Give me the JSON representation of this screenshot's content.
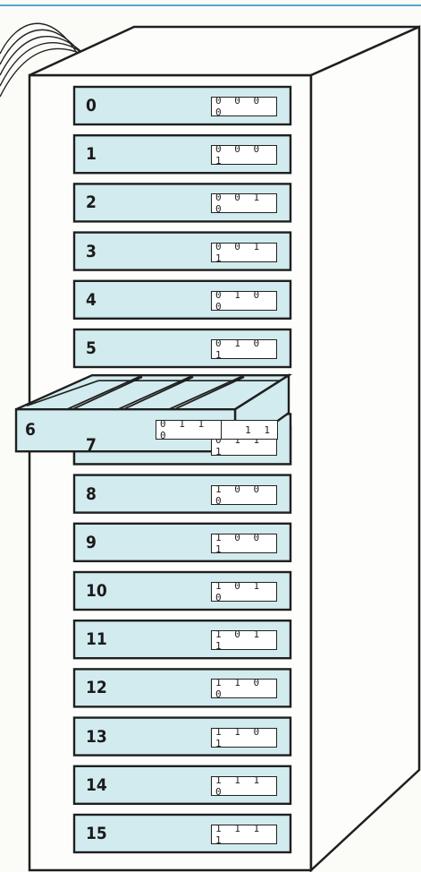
{
  "diagram": {
    "colors": {
      "drawer_fill": "#d2ebee",
      "outline": "#1f1f1f",
      "cabinet_fill": "#fdfdfb",
      "top_rule": "#5aa5c9"
    },
    "drawers": [
      {
        "label": "0",
        "address": "0 0 0 0"
      },
      {
        "label": "1",
        "address": "0 0 0 1"
      },
      {
        "label": "2",
        "address": "0 0 1 0"
      },
      {
        "label": "3",
        "address": "0 0 1 1"
      },
      {
        "label": "4",
        "address": "0 1 0 0"
      },
      {
        "label": "5",
        "address": "0 1 0 1"
      },
      {
        "label": "6",
        "address": "0 1 1 0",
        "open": true
      },
      {
        "label": "7",
        "address": "0 1 1 1"
      },
      {
        "label": "8",
        "address": "1 0 0 0"
      },
      {
        "label": "9",
        "address": "1 0 0 1"
      },
      {
        "label": "10",
        "address": "1 0 1 0"
      },
      {
        "label": "11",
        "address": "1 0 1 1"
      },
      {
        "label": "12",
        "address": "1 1 0 0"
      },
      {
        "label": "13",
        "address": "1 1 0 1"
      },
      {
        "label": "14",
        "address": "1 1 1 0"
      },
      {
        "label": "15",
        "address": "1 1 1 1"
      }
    ],
    "hidden_partial_address": "1 1"
  }
}
